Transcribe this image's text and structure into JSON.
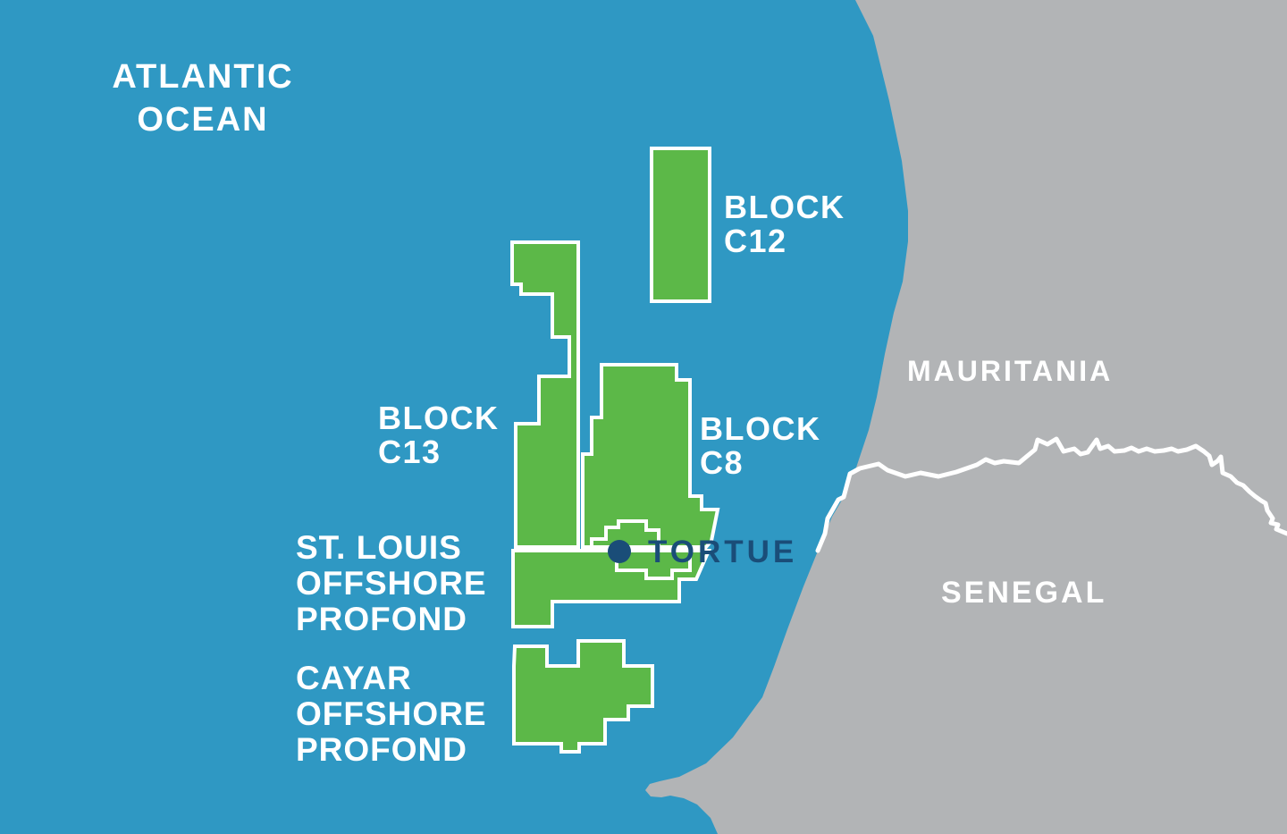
{
  "title": "Offshore blocks map - Mauritania / Senegal (Tortue)",
  "colors": {
    "ocean": "#2F98C3",
    "land": "#B2B4B6",
    "block_fill": "#5CB848",
    "outline": "#FFFFFF",
    "navy": "#1A4D78",
    "label_color": "#FFFFFF"
  },
  "labels": {
    "ocean": [
      "ATLANTIC",
      "OCEAN"
    ],
    "mauritania": "MAURITANIA",
    "senegal": "SENEGAL",
    "block_c12": [
      "BLOCK",
      "C12"
    ],
    "block_c13": [
      "BLOCK",
      "C13"
    ],
    "block_c8": [
      "BLOCK",
      "C8"
    ],
    "st_louis": [
      "ST. LOUIS",
      "OFFSHORE",
      "PROFOND"
    ],
    "cayar": [
      "CAYAR",
      "OFFSHORE",
      "PROFOND"
    ],
    "tortue": "TORTUE"
  },
  "map_features": {
    "countries": [
      "MAURITANIA",
      "SENEGAL"
    ],
    "ocean_name": "ATLANTIC OCEAN",
    "license_blocks": [
      "BLOCK C12",
      "BLOCK C13",
      "BLOCK C8",
      "ST. LOUIS OFFSHORE PROFOND",
      "CAYAR OFFSHORE PROFOND"
    ],
    "field_marker": "TORTUE"
  }
}
